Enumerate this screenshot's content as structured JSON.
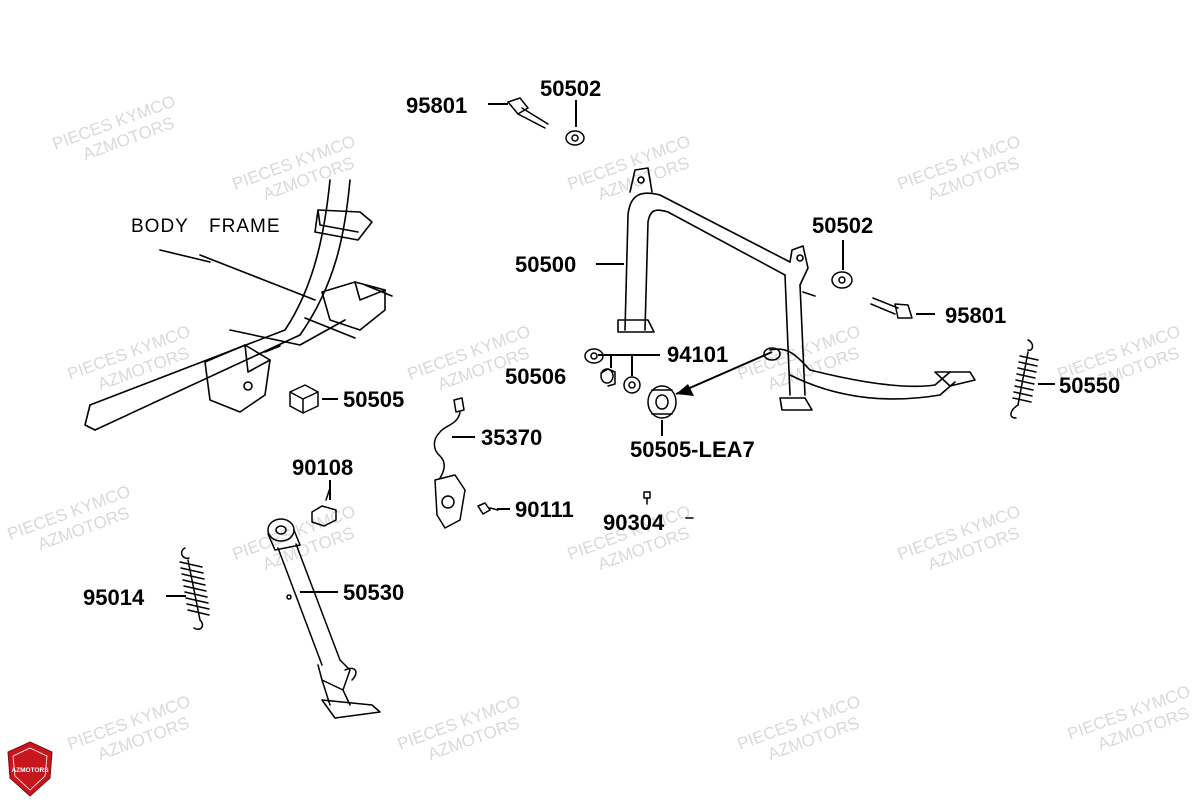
{
  "frame_label": {
    "body": "BODY",
    "frame": "FRAME"
  },
  "parts": {
    "p95801_top": "95801",
    "p50502_top": "50502",
    "p50500": "50500",
    "p50502_right": "50502",
    "p95801_right": "95801",
    "p94101": "94101",
    "p50506": "50506",
    "p50505": "50505",
    "p50550": "50550",
    "p35370": "35370",
    "p50505_lea7": "50505-LEA7",
    "p90108": "90108",
    "p90111": "90111",
    "p90304": "90304",
    "p95014": "95014",
    "p50530": "50530"
  },
  "watermark": {
    "line1": "PIECES KYMCO",
    "line2": "AZMOTORS"
  },
  "logo": {
    "text": "AZMOTORS"
  },
  "colors": {
    "line": "#000000",
    "watermark": "#d6d6d6",
    "logo_red": "#c8161d"
  }
}
